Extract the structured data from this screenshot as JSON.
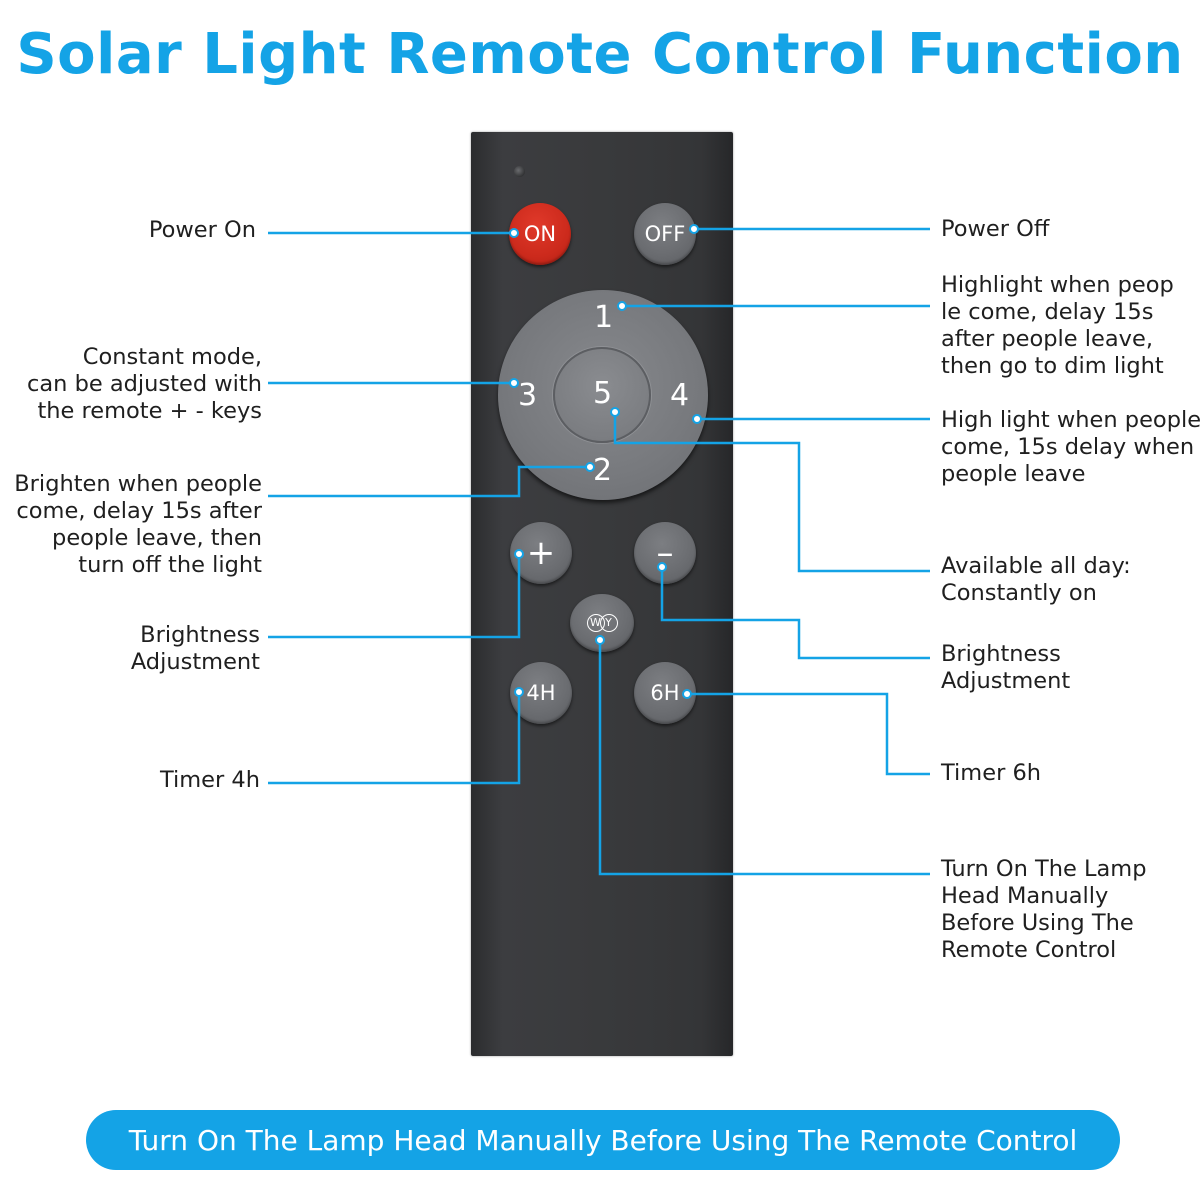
{
  "title": "Solar Light Remote Control Function",
  "colors": {
    "accent": "#14a3e6",
    "remote_body": "#3a3b3d",
    "button_gray": "#6b6d71",
    "on_button": "#cc2a1c"
  },
  "remote": {
    "buttons": {
      "on": "ON",
      "off": "OFF",
      "mode_1": "1",
      "mode_2": "2",
      "mode_3": "3",
      "mode_4": "4",
      "mode_5": "5",
      "plus": "+",
      "minus": "–",
      "wy_w": "W",
      "wy_y": "Y",
      "timer_4h": "4H",
      "timer_6h": "6H"
    }
  },
  "callouts": {
    "power_on": "Power On",
    "constant_mode": [
      "Constant mode,",
      "can be adjusted with",
      "the remote + - keys"
    ],
    "brighten_when_people": [
      "Brighten when people",
      "come, delay 15s after",
      "people leave, then",
      "turn off the light"
    ],
    "brightness_left": [
      "Brightness",
      "Adjustment"
    ],
    "timer_4h": "Timer 4h",
    "power_off": "Power Off",
    "highlight_dim": [
      "Highlight when peop",
      "le come, delay 15s",
      "after people leave,",
      "then go to dim light"
    ],
    "high_light": [
      "High light when people",
      "come, 15s delay when",
      "people leave"
    ],
    "available_all_day": [
      "Available all day:",
      "Constantly on"
    ],
    "brightness_right": [
      "Brightness",
      "Adjustment"
    ],
    "timer_6h": "Timer 6h",
    "turn_on_manual": [
      "Turn On The Lamp",
      "Head Manually",
      "Before Using The",
      "Remote Control"
    ]
  },
  "banner": "Turn On The Lamp Head Manually Before Using The Remote Control"
}
